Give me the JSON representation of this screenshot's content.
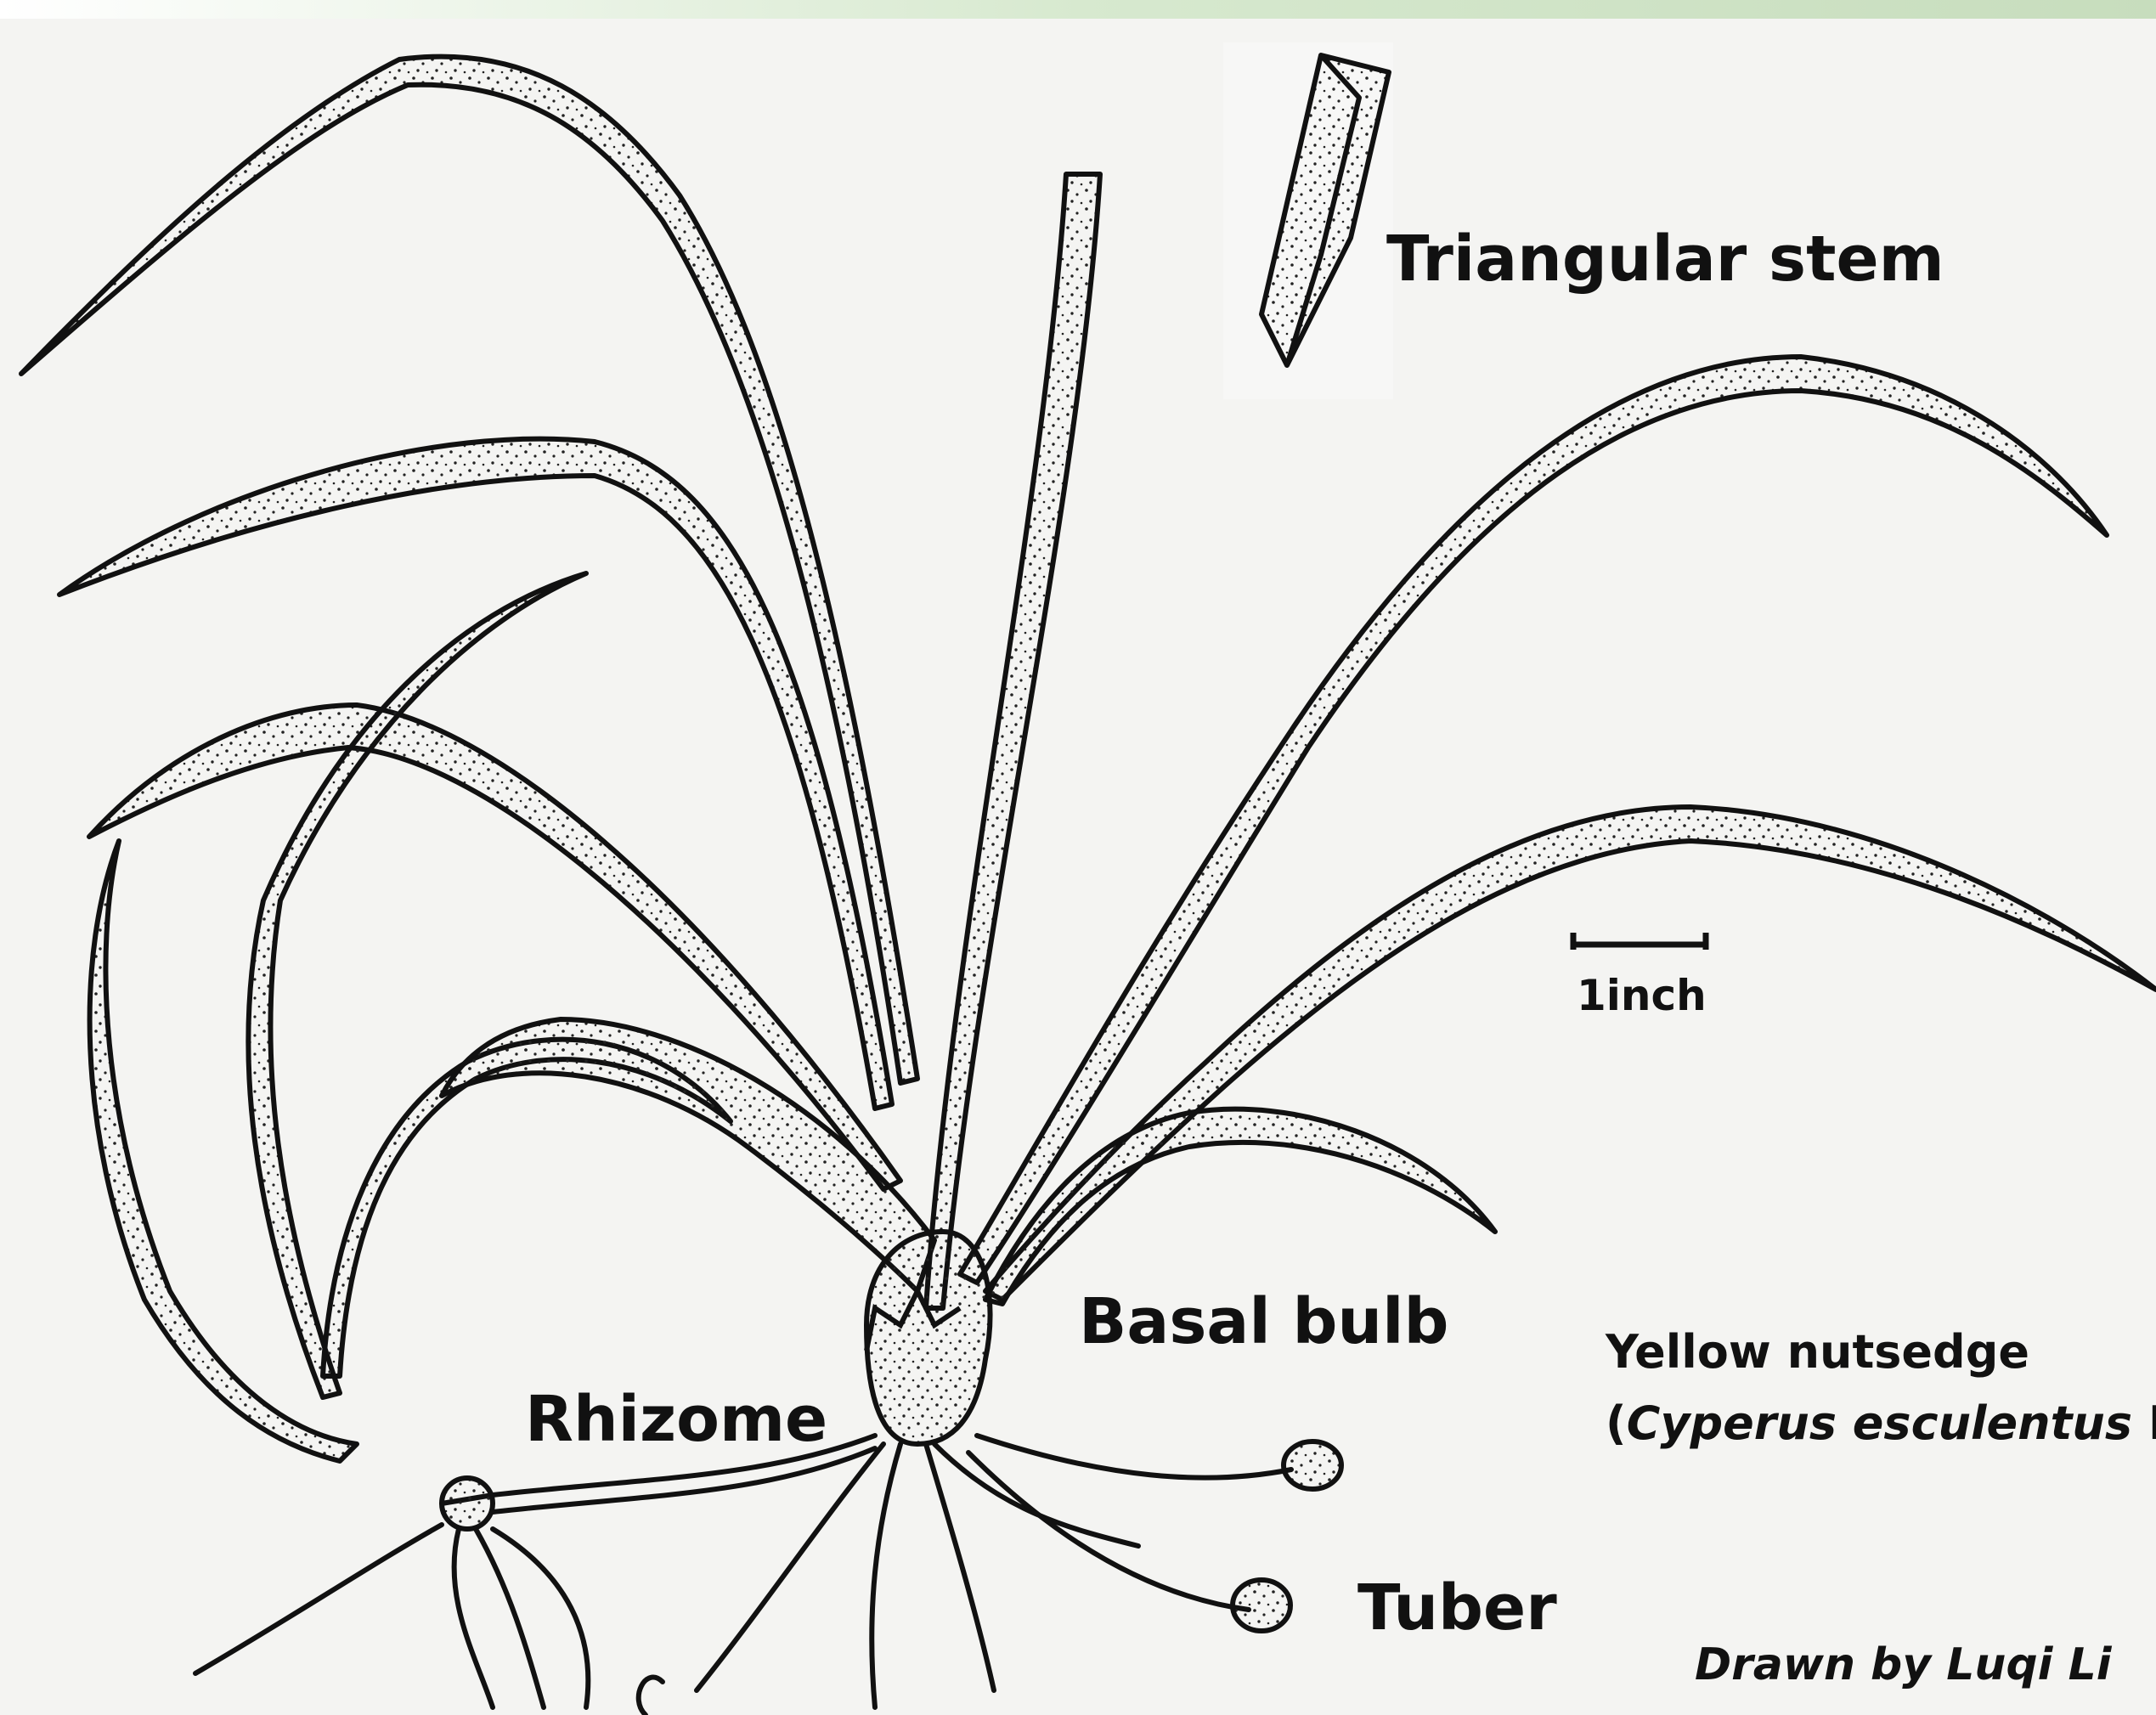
{
  "labels": {
    "triangular_stem": "Triangular stem",
    "basal_bulb": "Basal bulb",
    "rhizome": "Rhizome",
    "tuber": "Tuber",
    "scale": "1inch"
  },
  "species": {
    "common_name": "Yellow nutsedge",
    "open_paren": "(",
    "genus_species": "Cyperus esculentus",
    "authority": " L.)"
  },
  "credit": "Drawn by Luqi Li",
  "colors": {
    "background": "#f4f4f2",
    "ink": "#111111",
    "top_band": "#cfe3c8"
  }
}
